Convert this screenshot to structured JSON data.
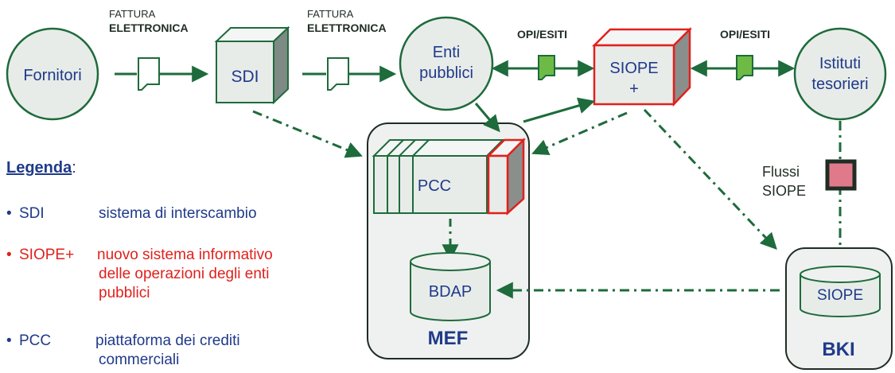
{
  "nodes": {
    "fornitori": "Fornitori",
    "sdi": "SDI",
    "enti_line1": "Enti",
    "enti_line2": "pubblici",
    "siope_plus_line1": "SIOPE",
    "siope_plus_line2": "+",
    "istituti_line1": "Istituti",
    "istituti_line2": "tesorieri",
    "pcc": "PCC",
    "bdap": "BDAP",
    "mef": "MEF",
    "siope_db": "SIOPE",
    "bki": "BKI"
  },
  "edges": {
    "fattura1_line1": "FATTURA",
    "fattura1_line2": "ELETTRONICA",
    "fattura2_line1": "FATTURA",
    "fattura2_line2": "ELETTRONICA",
    "opi1": "OPI/ESITI",
    "opi2": "OPI/ESITI",
    "flussi_line1": "Flussi",
    "flussi_line2": "SIOPE"
  },
  "legend": {
    "title": "Legenda",
    "colon": ":",
    "items": [
      {
        "bullet": "•",
        "abbr": "SDI",
        "desc_lines": [
          "sistema di interscambio"
        ]
      },
      {
        "bullet": "•",
        "abbr": "SIOPE+",
        "desc_lines": [
          "nuovo sistema informativo",
          "delle operazioni degli enti",
          "pubblici"
        ]
      },
      {
        "bullet": "•",
        "abbr": "PCC",
        "desc_lines": [
          "piattaforma dei crediti",
          "commerciali"
        ]
      }
    ]
  },
  "colors": {
    "green": "#1e6b3c",
    "navy": "#1f3a8a",
    "red": "#e0211d",
    "node_fill": "#e8ece9",
    "pink_flow": "#e07a8a",
    "doc_green": "#6dbb45"
  }
}
